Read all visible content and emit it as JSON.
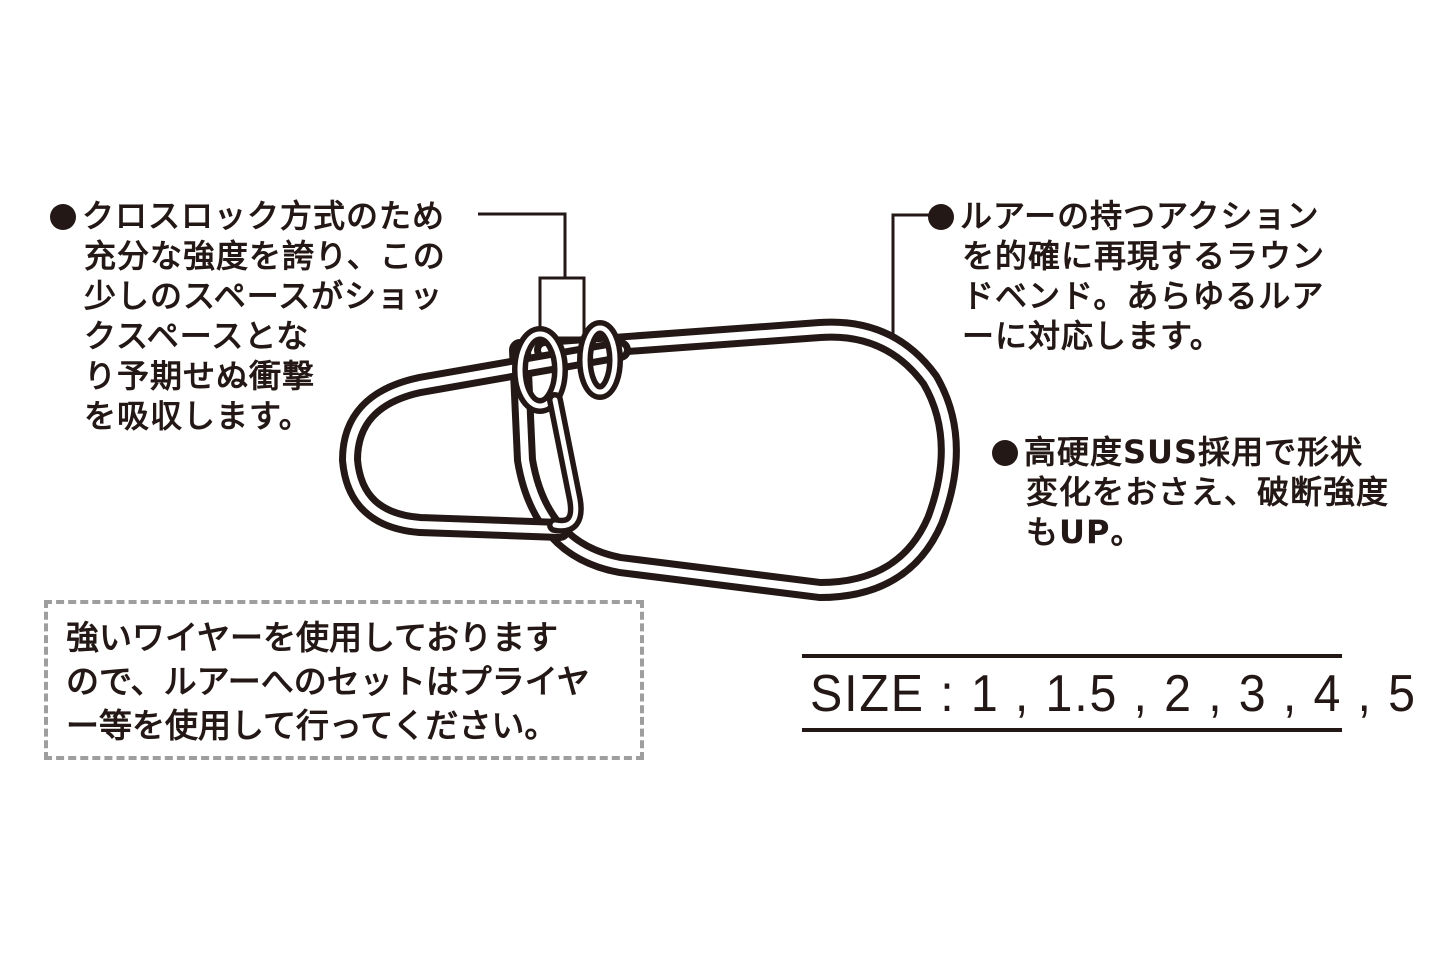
{
  "callouts": {
    "cross_lock": {
      "lines": [
        "クロスロック方式のため",
        "充分な強度を誇り、この",
        "少しのスペースがショッ",
        "クスペースとな",
        "り予期せぬ衝撃",
        "を吸収します。"
      ]
    },
    "round_bend": {
      "lines": [
        "ルアーの持つアクション",
        "を的確に再現するラウン",
        "ドベンド。あらゆるルア",
        "ーに対応します。"
      ]
    },
    "sus": {
      "lines": [
        "高硬度SUS採用で形状",
        "変化をおさえ、破断強度",
        "もUP。"
      ]
    }
  },
  "notice": {
    "lines": [
      "強いワイヤーを使用しております",
      "ので、ルアーへのセットはプライヤ",
      "ー等を使用して行ってください。"
    ]
  },
  "size": {
    "label": "SIZE : 1 , 1.5 , 2 , 3 , 4 , 5"
  },
  "colors": {
    "ink": "#231815",
    "dash_border": "#9e9e9e",
    "background": "#ffffff"
  }
}
